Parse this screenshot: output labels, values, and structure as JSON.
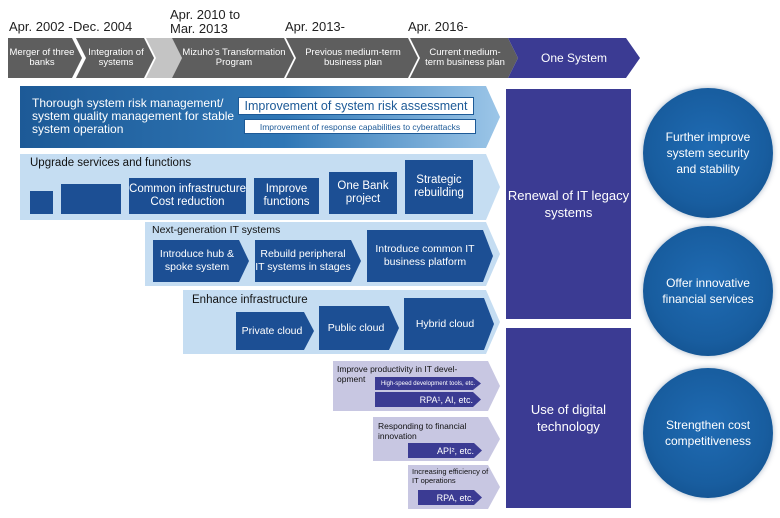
{
  "periods": {
    "p1": "Apr. 2002 -",
    "p2": "Dec. 2004",
    "p3": "Apr. 2010 to Mar. 2013",
    "p4": "Apr. 2013-",
    "p5": "Apr. 2016-"
  },
  "timeline": {
    "merger": "Merger of three banks",
    "integration": "Integration of systems",
    "transformation": "Mizuho's Transformation Program",
    "previous_plan": "Previous medium-term business plan",
    "current_plan": "Current medium-term business plan",
    "one_system": "One System"
  },
  "risk_band": {
    "label": "Thorough system risk management/ system quality management for stable system operation",
    "box1": "Improvement of system risk assessment",
    "box2": "Improvement of response capabilities to cyberattacks"
  },
  "upgrade_band": {
    "label": "Upgrade services and functions",
    "common_infra": "Common infrastructure Cost reduction",
    "improve_functions": "Improve functions",
    "one_bank": "One Bank project",
    "strategic": "Strategic rebuilding"
  },
  "nextgen_band": {
    "label": "Next-generation IT systems",
    "hub_spoke": "Introduce hub & spoke system",
    "rebuild": "Rebuild peripheral IT systems in stages",
    "common_platform": "Introduce common IT business platform"
  },
  "infra_band": {
    "label": "Enhance infrastructure",
    "private": "Private cloud",
    "public": "Public cloud",
    "hybrid": "Hybrid cloud"
  },
  "productivity_band": {
    "label": "Improve productivity in IT devel- opment",
    "tools": "High-speed development tools, etc.",
    "rpa_ai": "RPA¹, AI, etc."
  },
  "financial_band": {
    "label": "Responding to financial innovation",
    "api": "API², etc."
  },
  "efficiency_band": {
    "label": "Increasing efficiency of IT operations",
    "rpa": "RPA, etc."
  },
  "right_boxes": {
    "renewal": "Renewal of IT legacy systems",
    "digital": "Use of digital technology"
  },
  "circles": {
    "security": "Further improve system security and stability",
    "innovative": "Offer innovative financial services",
    "cost": "Strengthen cost competitiveness"
  }
}
